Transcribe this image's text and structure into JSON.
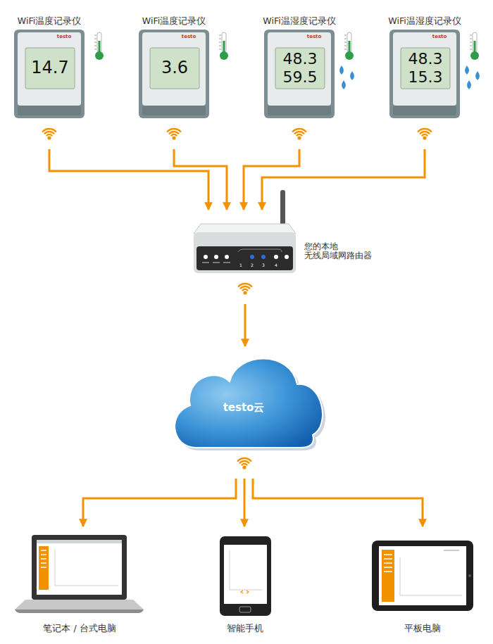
{
  "diagram": {
    "nodes": [
      {
        "text": [
          "WiFi温度记录仪",
          "14.7"
        ]
      },
      {
        "text": [
          "WiFi温度记录仪",
          "3.6"
        ]
      },
      {
        "text": [
          "WiFi温湿度记录仪",
          "48.3",
          "59.5"
        ]
      },
      {
        "text": [
          "WiFi温湿度记录仪",
          "48.3",
          "15.3"
        ]
      },
      {
        "text": [
          "您的本地 无线局域网路由器"
        ]
      },
      {
        "text": [
          "testo云"
        ]
      },
      {
        "text": [
          "笔记本 / 台式电脑"
        ]
      },
      {
        "text": [
          "智能手机"
        ]
      },
      {
        "text": [
          "平板电脑"
        ]
      }
    ],
    "edges": [
      {
        "from": 0,
        "to": 4,
        "arrow": "to"
      },
      {
        "from": 1,
        "to": 4,
        "arrow": "to"
      },
      {
        "from": 2,
        "to": 4,
        "arrow": "to"
      },
      {
        "from": 3,
        "to": 4,
        "arrow": "to"
      },
      {
        "from": 4,
        "to": 5,
        "arrow": "to"
      },
      {
        "from": 5,
        "to": 6,
        "arrow": "to"
      },
      {
        "from": 5,
        "to": 7,
        "arrow": "to"
      },
      {
        "from": 5,
        "to": 8,
        "arrow": "to"
      }
    ],
    "labels": [
      "testo",
      "testo",
      "testo",
      "testo",
      "1",
      "2",
      "3",
      "4"
    ]
  }
}
